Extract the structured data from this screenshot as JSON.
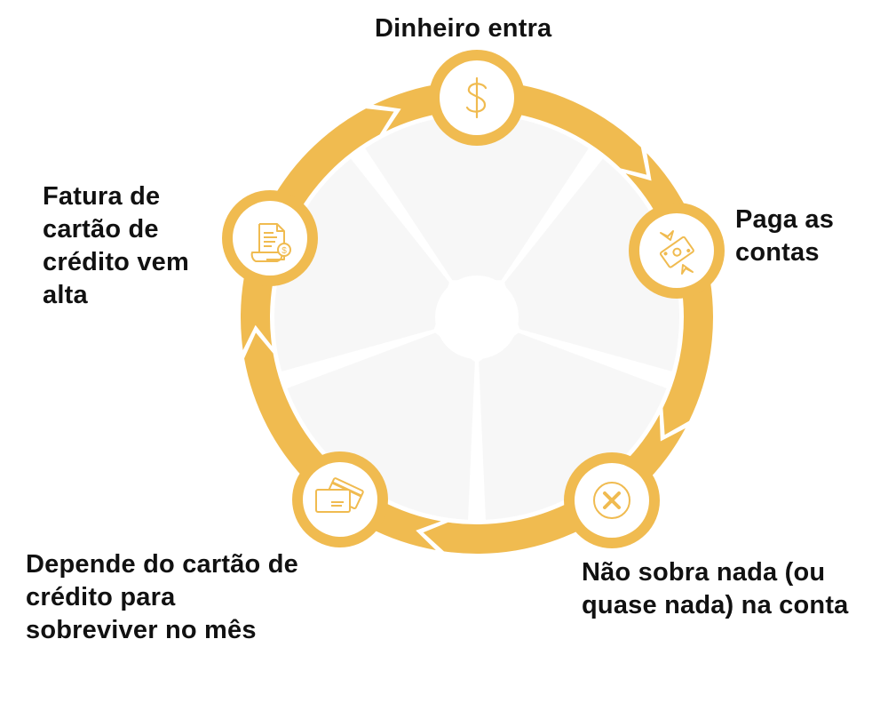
{
  "diagram": {
    "type": "cycle",
    "accent_color": "#F0BB50",
    "sector_color": "#F7F7F7",
    "steps": [
      {
        "label": "Dinheiro entra",
        "icon": "dollar-sign-icon"
      },
      {
        "label": "Paga as\ncontas",
        "icon": "flying-money-icon"
      },
      {
        "label": "Não sobra nada (ou\nquase nada) na conta",
        "icon": "x-circle-icon"
      },
      {
        "label": "Depende do cartão de\ncrédito para\nsobreviver no mês",
        "icon": "credit-cards-icon"
      },
      {
        "label": "Fatura de\ncartão de\ncrédito vem\nalta",
        "icon": "invoice-icon"
      }
    ]
  }
}
